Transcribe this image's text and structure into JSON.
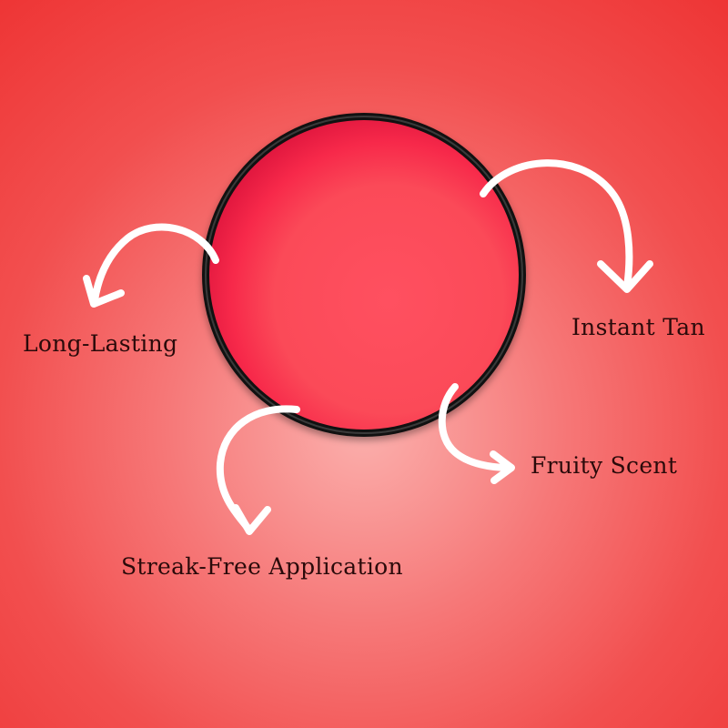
{
  "features": {
    "long_lasting": "Long-Lasting",
    "instant_tan": "Instant Tan",
    "fruity_scent": "Fruity Scent",
    "streak_free": "Streak-Free Application"
  },
  "colors": {
    "background": "#f24f4f",
    "product": "#fb4a58",
    "arrow": "#ffffff",
    "text": "#2a0a0a"
  }
}
